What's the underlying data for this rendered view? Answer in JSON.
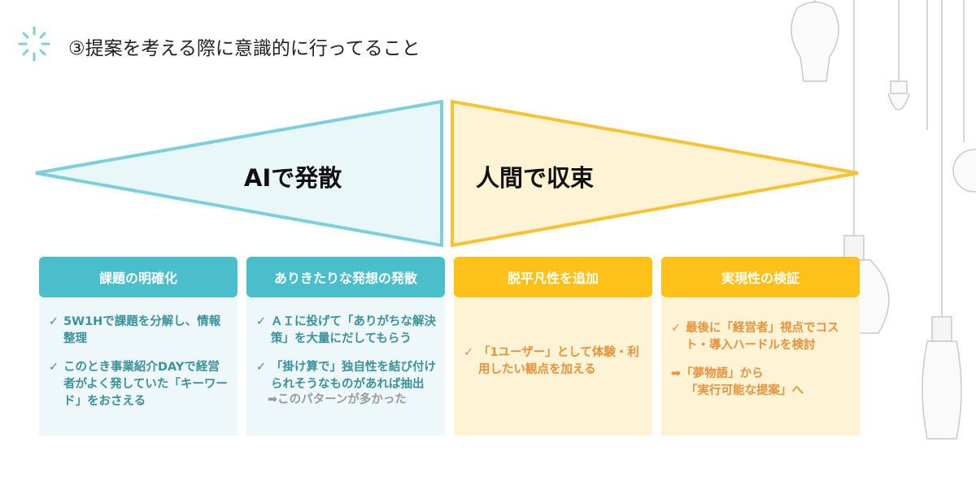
{
  "title": "③提案を考える際に意識的に行ってること",
  "triangles": {
    "left": "AIで発散",
    "right": "人間で収束"
  },
  "cards": [
    {
      "header": "課題の明確化",
      "items": [
        "5W1Hで課題を分解し、情報整理",
        "このとき事業紹介DAYで経営者がよく発していた「キーワード」をおさえる"
      ]
    },
    {
      "header": "ありきたりな発想の発散",
      "items": [
        "ＡＩに投げて「ありがちな解決策」を大量にだしてもらう",
        "「掛け算で」独自性を結び付けられそうなものがあれば抽出"
      ],
      "note": "➡このパターンが多かった"
    },
    {
      "header": "脱平凡性を追加",
      "items": [
        "「1ユーザー」として体験・利用したい観点を加える"
      ]
    },
    {
      "header": "実現性の検証",
      "items": [
        "最後に「経営者」視点でコスト・導入ハードルを検討"
      ],
      "arrow_line1": "➡「夢物語」から",
      "arrow_line2": "「実行可能な提案」へ"
    }
  ],
  "check": "✓",
  "colors": {
    "cyan": "#4bbecb",
    "yellow": "#fdc11a",
    "teal_text": "#3a929c",
    "orange_text": "#e8923b"
  }
}
